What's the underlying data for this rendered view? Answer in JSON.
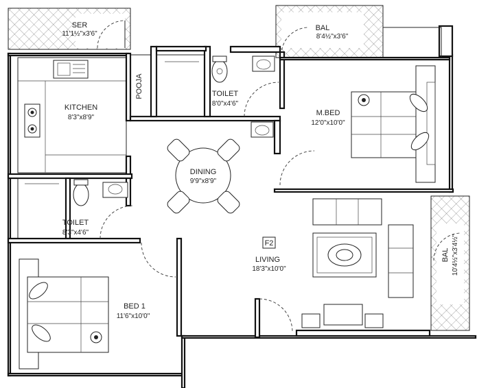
{
  "rooms": {
    "ser": {
      "name": "SER",
      "dim": "11'1½\"x3'6\""
    },
    "bal_top": {
      "name": "BAL",
      "dim": "8'4½\"x3'6\""
    },
    "pooja": {
      "name": "POOJA"
    },
    "kitchen": {
      "name": "KITCHEN",
      "dim": "8'3\"x8'9\""
    },
    "toilet_top": {
      "name": "TOILET",
      "dim": "8'0\"x4'6\""
    },
    "mbed": {
      "name": "M.BED",
      "dim": "12'0\"x10'0\""
    },
    "dining": {
      "name": "DINING",
      "dim": "9'9\"x8'9\""
    },
    "toilet_left": {
      "name": "TOILET",
      "dim": "8'3\"x4'6\""
    },
    "living": {
      "name": "LIVING",
      "dim": "18'3\"x10'0\""
    },
    "bal_right": {
      "name": "BAL",
      "dim": "10'4½\"x3'4½\""
    },
    "bed1": {
      "name": "BED 1",
      "dim": "11'6\"x10'0\""
    }
  },
  "floor_tag": "F2"
}
